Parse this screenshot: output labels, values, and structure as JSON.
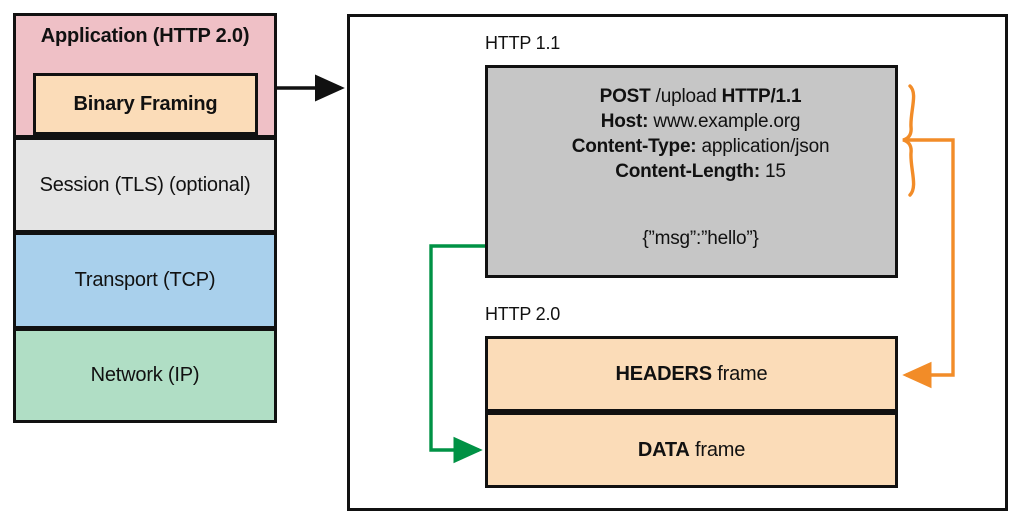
{
  "diagram": {
    "title": "HTTP 2.0 binary framing layer mapping of an HTTP 1.1 message to HTTP 2.0 frames",
    "colors": {
      "application_fill": "#efc0c6",
      "binary_framing_fill": "#fbdcb8",
      "session_fill": "#e4e4e4",
      "transport_fill": "#a9d0ec",
      "network_fill": "#b0dec5",
      "http11_fill": "#c6c6c6",
      "frame_fill": "#fbdcb8",
      "stroke": "#111111",
      "headers_connector": "#f28c28",
      "body_connector": "#009245"
    }
  },
  "stack": {
    "layers": [
      {
        "label": "Application (HTTP 2.0)"
      },
      {
        "label": "Session (TLS) (optional)"
      },
      {
        "label": "Transport (TCP)"
      },
      {
        "label": "Network (IP)"
      }
    ],
    "binary_framing": {
      "label": "Binary Framing"
    }
  },
  "http11": {
    "caption": "HTTP 1.1",
    "request_line": {
      "method": "POST",
      "path": " /upload ",
      "version": "HTTP/1.1"
    },
    "headers": [
      {
        "name": "Host:",
        "value": " www.example.org"
      },
      {
        "name": "Content-Type:",
        "value": " application/json"
      },
      {
        "name": "Content-Length:",
        "value": " 15"
      }
    ],
    "body": "{”msg”:”hello”}"
  },
  "http20": {
    "caption": "HTTP 2.0",
    "frames": [
      {
        "name": "HEADERS",
        "suffix": " frame"
      },
      {
        "name": "DATA",
        "suffix": " frame"
      }
    ]
  },
  "connectors": {
    "stack_to_panel": "black-arrow",
    "headers_to_headers_frame": "orange-brace-arrow",
    "body_to_data_frame": "green-arrow"
  }
}
